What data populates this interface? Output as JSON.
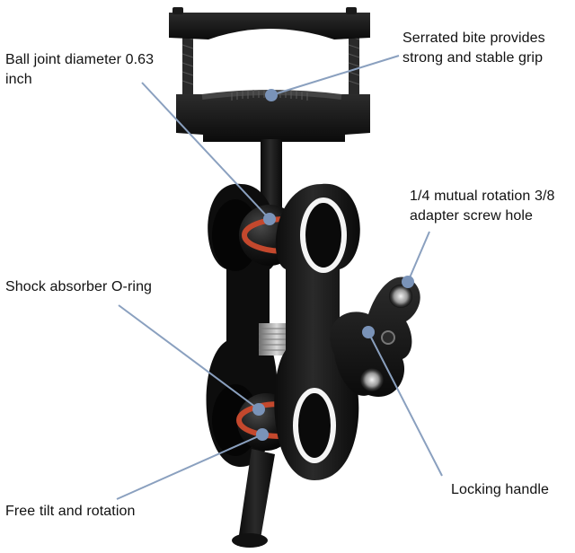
{
  "colors": {
    "callout_line": "#8aa0bf",
    "callout_dot": "#7a93b8",
    "metal": "#151515",
    "metal_highlight": "#3a3a3a",
    "oring": "#c4482d"
  },
  "annotations": [
    {
      "id": "ball-joint",
      "text": "Ball joint diameter 0.63\ninch"
    },
    {
      "id": "serrated-bite",
      "text": "Serrated bite provides\nstrong and stable grip"
    },
    {
      "id": "screw-hole",
      "text": "1/4 mutual rotation 3/8\nadapter screw hole"
    },
    {
      "id": "o-ring",
      "text": "Shock absorber O-ring"
    },
    {
      "id": "locking-handle",
      "text": "Locking handle"
    },
    {
      "id": "free-tilt",
      "text": "Free tilt and rotation"
    }
  ]
}
